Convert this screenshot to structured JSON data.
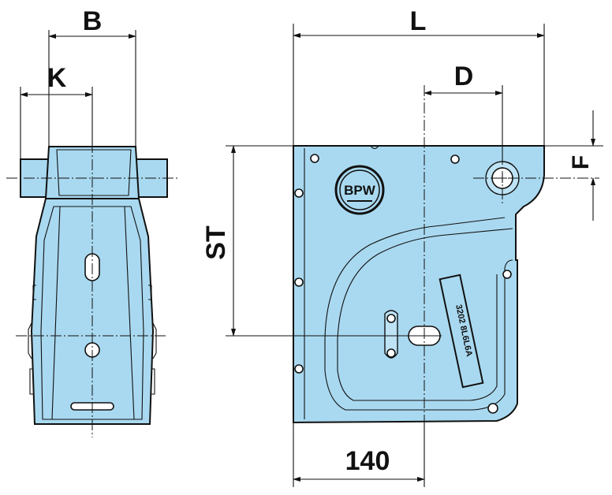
{
  "diagram": {
    "side_view": {
      "dimensions": {
        "B": "B",
        "K": "K"
      }
    },
    "front_view": {
      "dimensions": {
        "L": "L",
        "D": "D",
        "F": "F",
        "ST": "ST",
        "width_bottom": "140"
      },
      "plate_stamp": "3202 8L6L6A",
      "logo_text": "BPW"
    },
    "colors": {
      "part_fill": "#a9d9f0",
      "part_fill_light": "#bde3f5",
      "line": "#111111",
      "background": "#ffffff"
    }
  }
}
